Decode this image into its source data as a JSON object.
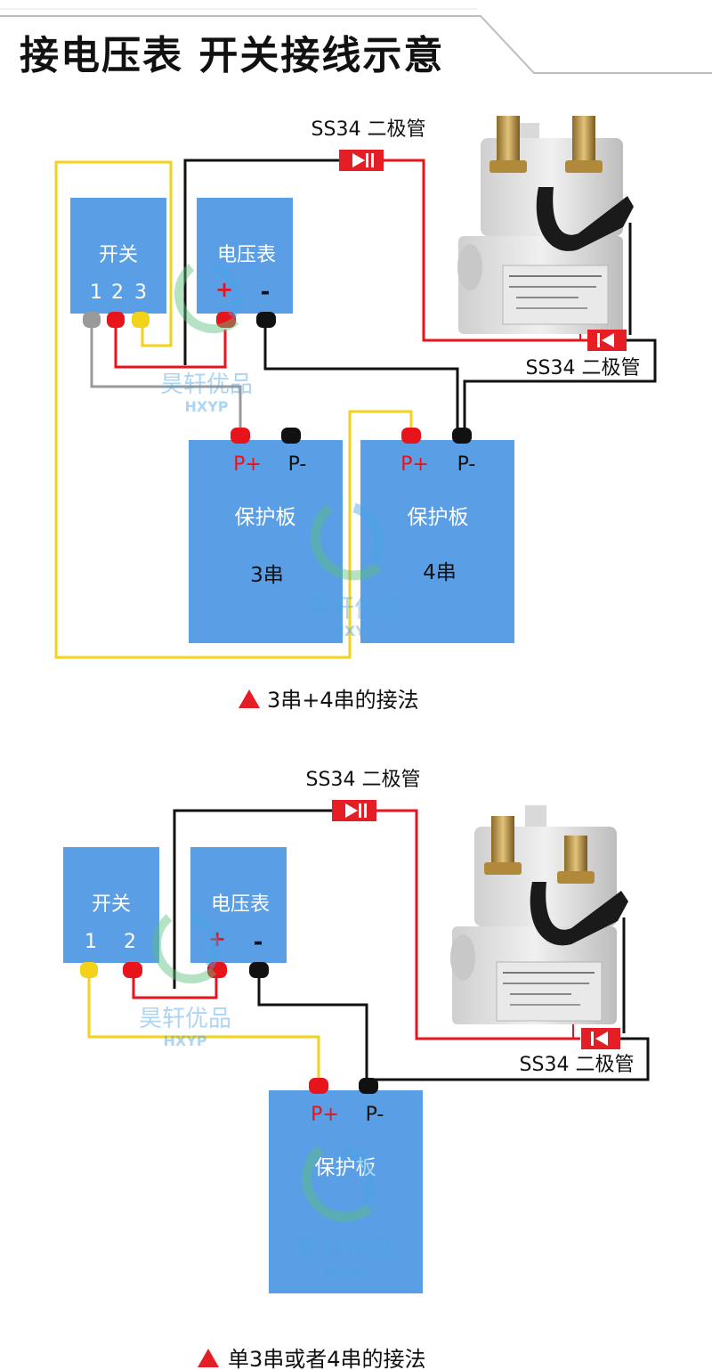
{
  "header": {
    "title": "接电压表 开关接线示意"
  },
  "diagram1": {
    "diode_top_label": "SS34 二极管",
    "diode_right_label": "SS34 二极管",
    "switch": {
      "title": "开关",
      "pin1": "1",
      "pin2": "2",
      "pin3": "3"
    },
    "voltmeter": {
      "title": "电压表",
      "plus": "+",
      "minus": "-"
    },
    "board_a": {
      "pplus": "P+",
      "pminus": "P-",
      "title": "保护板",
      "series": "3串"
    },
    "board_b": {
      "pplus": "P+",
      "pminus": "P-",
      "title": "保护板",
      "series": "4串"
    },
    "caption": "3串+4串的接法"
  },
  "diagram2": {
    "diode_top_label": "SS34 二极管",
    "diode_right_label": "SS34 二极管",
    "switch": {
      "title": "开关",
      "pin1": "1",
      "pin2": "2"
    },
    "voltmeter": {
      "title": "电压表",
      "plus": "+",
      "minus": "-"
    },
    "board": {
      "pplus": "P+",
      "pminus": "P-",
      "title": "保护板"
    },
    "caption": "单3串或者4串的接法"
  },
  "watermark": {
    "name": "昊轩优品",
    "code": "HXYP"
  },
  "colors": {
    "box": "#5a9ee6",
    "wire_red": "#e8141c",
    "wire_black": "#111111",
    "wire_yellow": "#f2d21a",
    "wire_gray": "#9a9a9a",
    "diode": "#e51d24"
  }
}
